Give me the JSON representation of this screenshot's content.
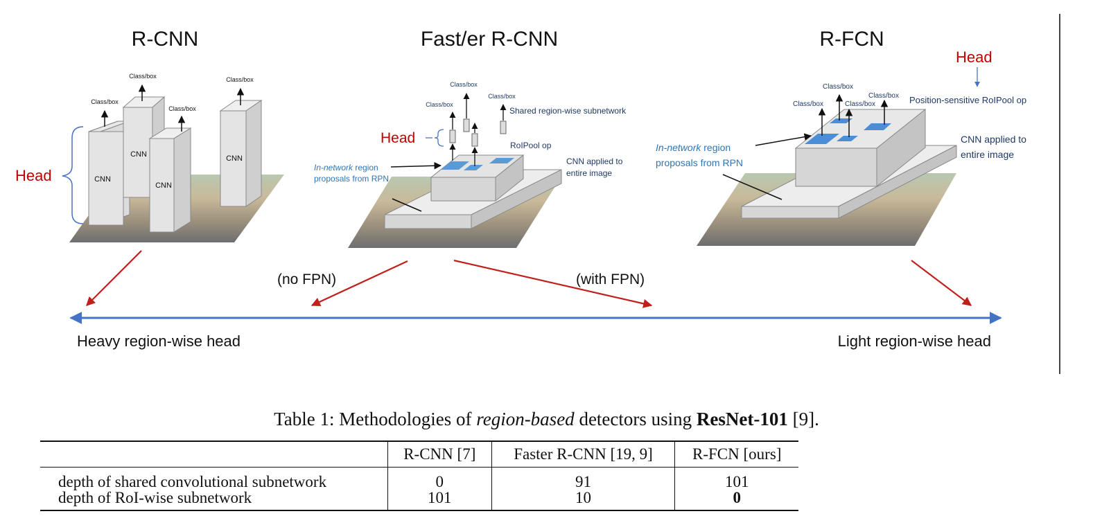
{
  "panels": {
    "rcnn": {
      "title": "R-CNN",
      "head": "Head",
      "cnn_labels": [
        "CNN",
        "CNN",
        "CNN",
        "CNN"
      ],
      "class_box_labels": [
        "Class/box",
        "Class/box",
        "Class/box",
        "Class/box"
      ]
    },
    "faster": {
      "title": "Fast/er R-CNN",
      "head": "Head",
      "class_box_labels": [
        "Class/box",
        "Class/box",
        "Class/box"
      ],
      "shared_subnet": "Shared region-wise subnetwork",
      "roipool": "RoIPool op",
      "cnn_applied_line1": "CNN applied to",
      "cnn_applied_line2": "entire image",
      "in_network_em": "In-network",
      "in_network_rest": " region",
      "proposals": "proposals from RPN"
    },
    "rfcn": {
      "title": "R-FCN",
      "head": "Head",
      "class_box_labels": [
        "Class/box",
        "Class/box",
        "Class/box",
        "Class/box"
      ],
      "ps_roipool": "Position-sensitive RoIPool op",
      "cnn_applied_line1": "CNN applied to",
      "cnn_applied_line2": "entire image",
      "in_network_em": "In-network",
      "in_network_rest": " region",
      "proposals": "proposals from RPN"
    }
  },
  "axis": {
    "no_fpn": "(no FPN)",
    "with_fpn": "(with FPN)",
    "left_label": "Heavy region-wise head",
    "right_label": "Light region-wise head"
  },
  "caption": {
    "prefix": "Table 1: Methodologies of ",
    "em": "region-based",
    "middle": " detectors using ",
    "bold": "ResNet-101",
    "suffix": " [9]."
  },
  "table": {
    "columns": [
      "",
      "R-CNN [7]",
      "Faster R-CNN [19, 9]",
      "R-FCN [ours]"
    ],
    "rows": [
      {
        "label": "depth of shared convolutional subnetwork",
        "values": [
          "0",
          "91",
          "101"
        ]
      },
      {
        "label": "depth of RoI-wise subnetwork",
        "values": [
          "101",
          "10",
          "0"
        ]
      }
    ]
  },
  "colors": {
    "head_red": "#c00000",
    "arrow_red": "#c0201c",
    "axis_blue": "#4472c4",
    "label_navy": "#1f3864",
    "proposal_blue": "#2e75b6",
    "region_blue": "#4a8ed8"
  }
}
